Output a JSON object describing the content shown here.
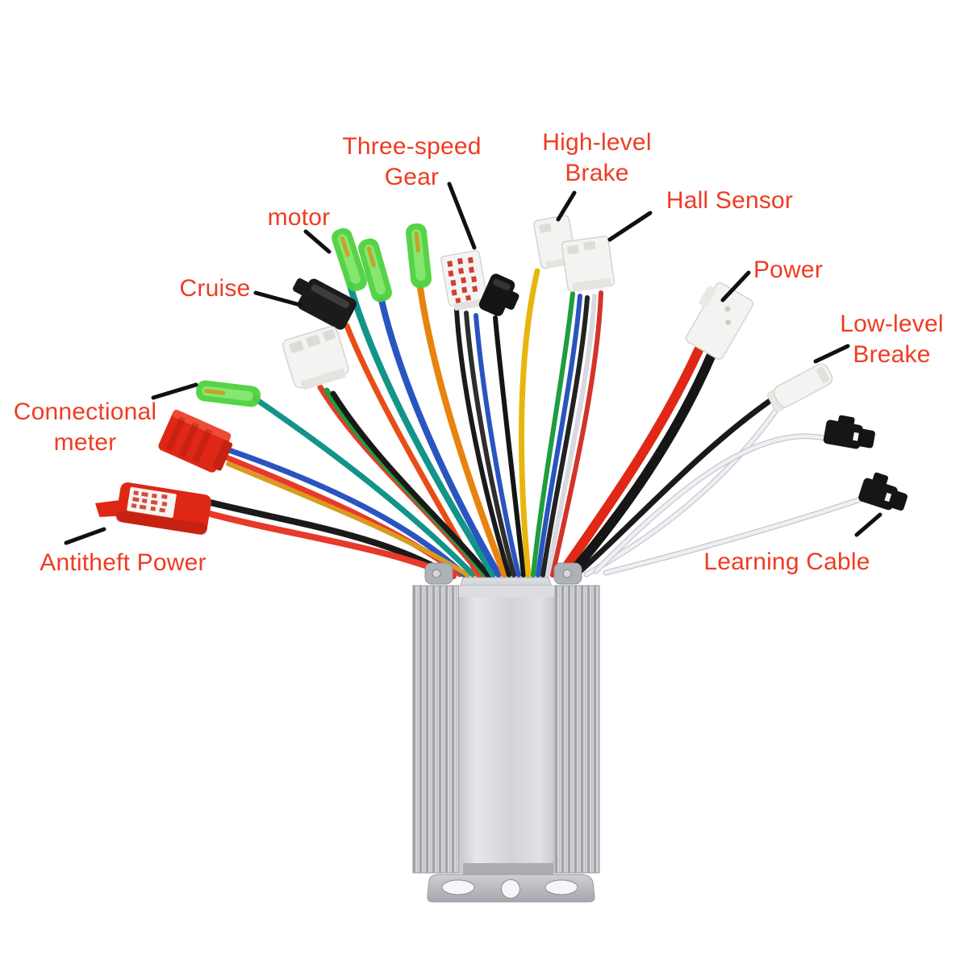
{
  "image": {
    "description": "Annotated product photo of an e-bike brushless motor controller (aluminium finned housing with bottom mounting bracket) with its wiring harness fanned out; each connector is labelled with a red caption and a black leader line."
  },
  "colors": {
    "background": "#ffffff",
    "label_text": "#ee3c23",
    "leader_line": "#111111",
    "controller_silver": "#cfd1d5",
    "wire_red": "#e8392b",
    "wire_blue": "#2a55c0",
    "wire_teal": "#12948a",
    "wire_green": "#1f9d3f",
    "wire_yellow": "#e8b50f",
    "wire_orange": "#e8830f",
    "wire_black": "#1a1a1a",
    "wire_white": "#ededf2",
    "connector_green": "#4ed13e",
    "connector_red": "#df2715",
    "connector_white": "#f4f3f1",
    "connector_black": "#1b1b1b"
  },
  "labels": {
    "three_speed_gear": {
      "text": "Three-speed\nGear"
    },
    "high_level_brake": {
      "text": "High-level\nBrake"
    },
    "hall_sensor": {
      "text": "Hall Sensor"
    },
    "motor": {
      "text": "motor"
    },
    "cruise": {
      "text": "Cruise"
    },
    "power": {
      "text": "Power"
    },
    "low_level_breake": {
      "text": "Low-level\nBreake"
    },
    "connectional_meter": {
      "text": "Connectional\nmeter"
    },
    "antitheft_power": {
      "text": "Antitheft Power"
    },
    "learning_cable": {
      "text": "Learning Cable"
    }
  },
  "connectors": [
    {
      "label": "motor",
      "type": "bullet terminals x3",
      "connector_color": "green",
      "wire_colors": [
        "teal",
        "blue",
        "orange"
      ]
    },
    {
      "label": "Three-speed Gear",
      "type": "box connector with red pin markings",
      "connector_color": "white",
      "wire_colors": [
        "black",
        "black",
        "blue"
      ]
    },
    {
      "label": "Cruise",
      "type": "2-pin plug",
      "connector_color": "black",
      "wire_colors": [
        "orange-red"
      ]
    },
    {
      "label": "High-level Brake",
      "type": "2-pin plug",
      "connector_color": "white",
      "wire_colors": [
        "yellow"
      ]
    },
    {
      "label": "Hall Sensor",
      "type": "5-pin plug",
      "connector_color": "white",
      "wire_colors": [
        "green",
        "blue",
        "black",
        "white",
        "red"
      ]
    },
    {
      "label": "Power",
      "type": "2-pin plug",
      "connector_color": "white",
      "wire_colors": [
        "red",
        "black"
      ]
    },
    {
      "label": "Low-level Breake",
      "type": "plug + SM plug",
      "connector_color": "white / black",
      "wire_colors": [
        "black",
        "white"
      ]
    },
    {
      "label": "Learning Cable",
      "type": "SM plug",
      "connector_color": "black",
      "wire_colors": [
        "white"
      ]
    },
    {
      "label": "Connectional meter",
      "type": "bullet terminal + JST plug",
      "connector_color": "green / red",
      "wire_colors": [
        "teal",
        "red",
        "blue",
        "gold"
      ]
    },
    {
      "label": "Antitheft Power",
      "type": "latched plug with sticker",
      "connector_color": "red",
      "wire_colors": [
        "black",
        "red"
      ]
    },
    {
      "label": "(unlabelled)",
      "type": "multi-pin plug",
      "connector_color": "white",
      "wire_colors": [
        "red",
        "green",
        "black"
      ]
    }
  ]
}
